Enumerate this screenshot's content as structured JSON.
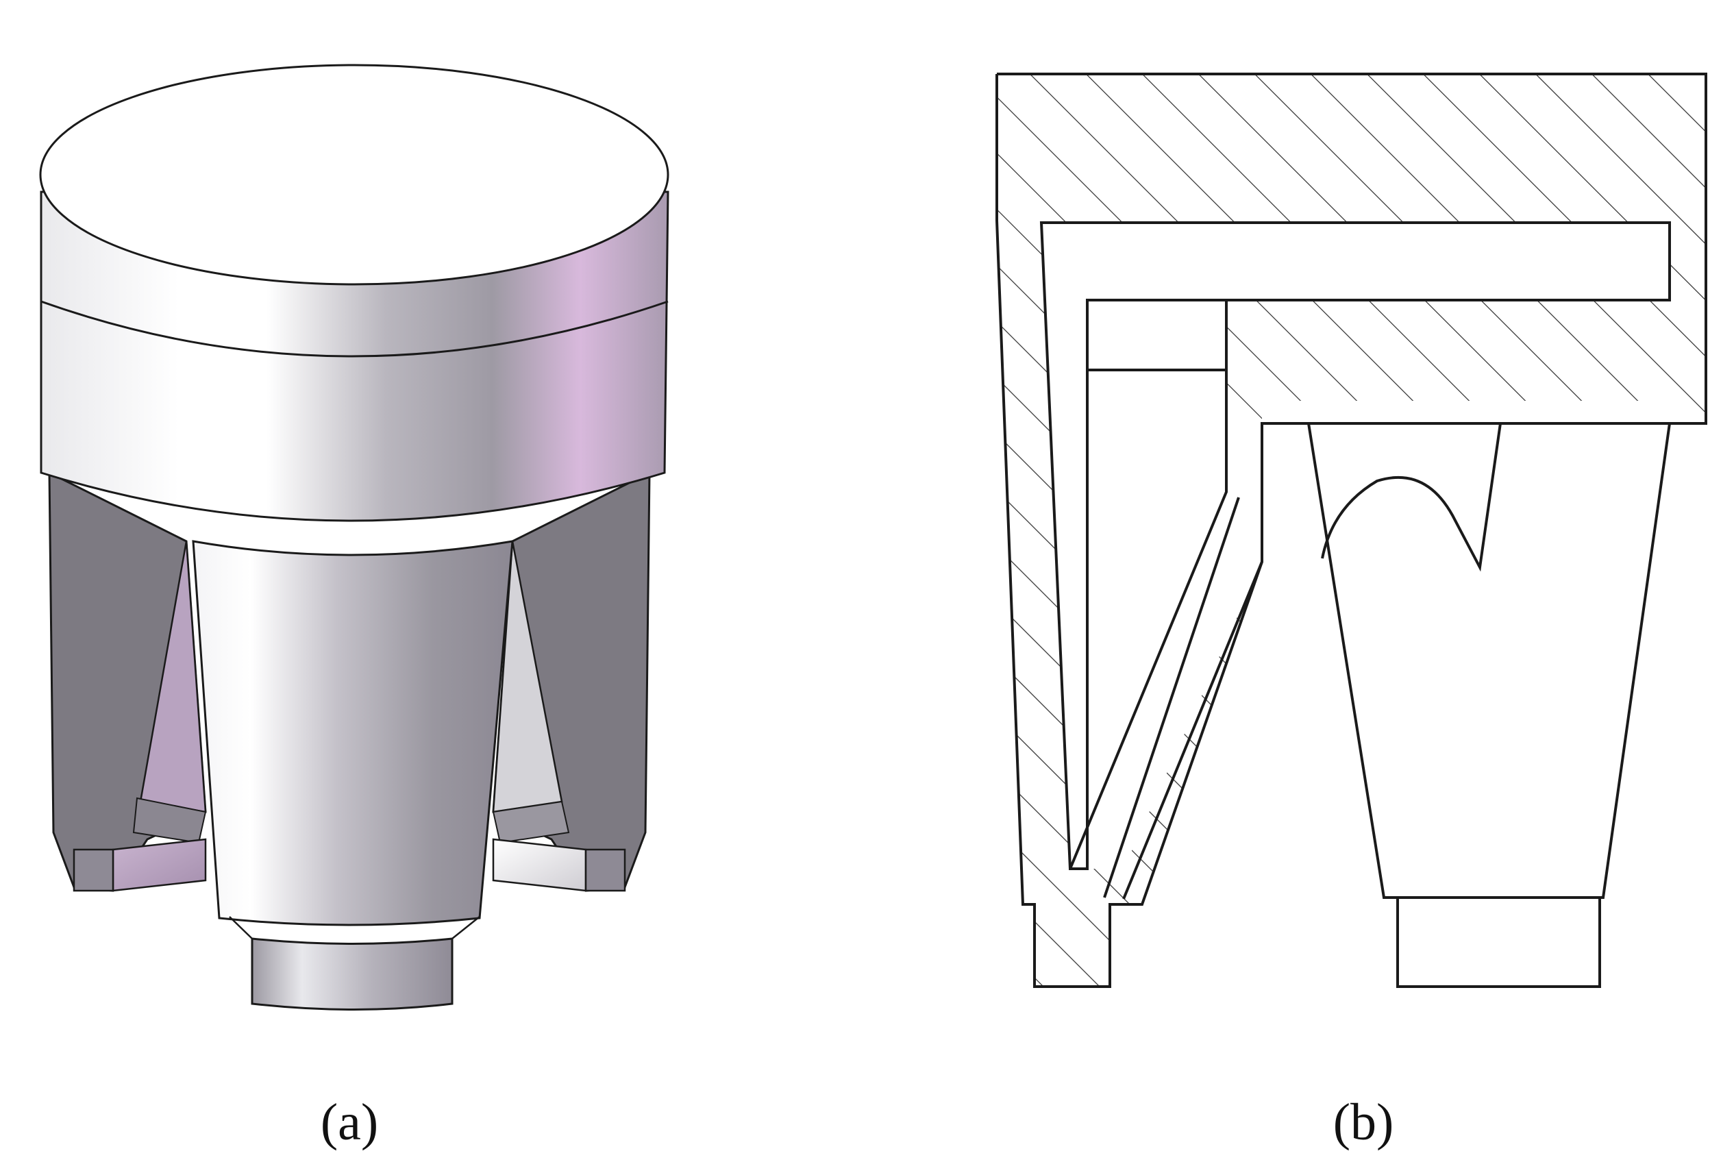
{
  "panels": [
    {
      "id": "a",
      "caption": "(a)"
    },
    {
      "id": "b",
      "caption": "(b)"
    }
  ],
  "colors": {
    "body_light": "#ffffff",
    "body_mid": "#a6a3ab",
    "body_accent_lilac": "#d8b9dc",
    "leg_dark": "#7b7880",
    "leg_face_lilac": "#b7a2bd",
    "outline": "#1a1a1a",
    "hatch": "#333333"
  }
}
